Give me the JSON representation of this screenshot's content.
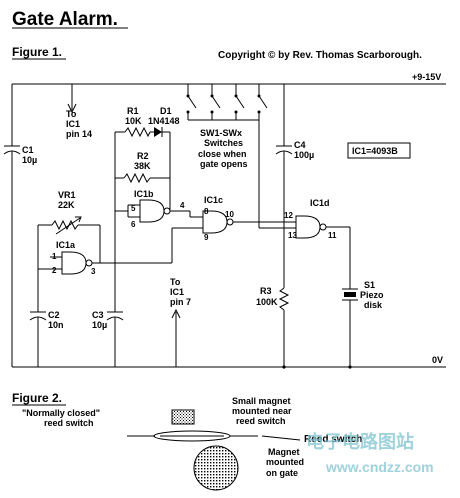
{
  "title": "Gate Alarm.",
  "figure1": {
    "heading": "Figure 1.",
    "copyright": "Copyright © by Rev. Thomas Scarborough.",
    "supply": "+9-15V",
    "ground": "0V",
    "to_ic1_pin14": [
      "To",
      "IC1",
      "pin 14"
    ],
    "to_ic1_pin7": [
      "To",
      "IC1",
      "pin 7"
    ],
    "ic_note": "IC1=4093B",
    "switches": [
      "SW1-SWx",
      "Switches",
      "close when",
      "gate opens"
    ],
    "components": {
      "c1": [
        "C1",
        "10µ"
      ],
      "r1": [
        "R1",
        "10K"
      ],
      "d1": [
        "D1",
        "1N4148"
      ],
      "r2": [
        "R2",
        "38K"
      ],
      "vr1": [
        "VR1",
        "22K"
      ],
      "ic1a": "IC1a",
      "ic1b": "IC1b",
      "ic1c": "IC1c",
      "ic1d": "IC1d",
      "c2": [
        "C2",
        "10n"
      ],
      "c3": [
        "C3",
        "10µ"
      ],
      "c4": [
        "C4",
        "100µ"
      ],
      "r3": [
        "R3",
        "100K"
      ],
      "s1": [
        "S1",
        "Piezo",
        "disk"
      ]
    },
    "pins": {
      "a1": "1",
      "a2": "2",
      "a3": "3",
      "b5": "5",
      "b6": "6",
      "b4": "4",
      "c8": "8",
      "c9": "9",
      "c10": "10",
      "d12": "12",
      "d13": "13",
      "d11": "11"
    }
  },
  "figure2": {
    "heading": "Figure 2.",
    "reed_caption": [
      "\"Normally closed\"",
      "reed switch"
    ],
    "small_magnet": [
      "Small magnet",
      "mounted near",
      "reed switch"
    ],
    "reed_switch": "Reed switch",
    "gate_magnet": [
      "Magnet",
      "mounted",
      "on gate"
    ]
  },
  "watermark": {
    "cn": "电子电路图站",
    "url": "www.cndzz.com"
  }
}
